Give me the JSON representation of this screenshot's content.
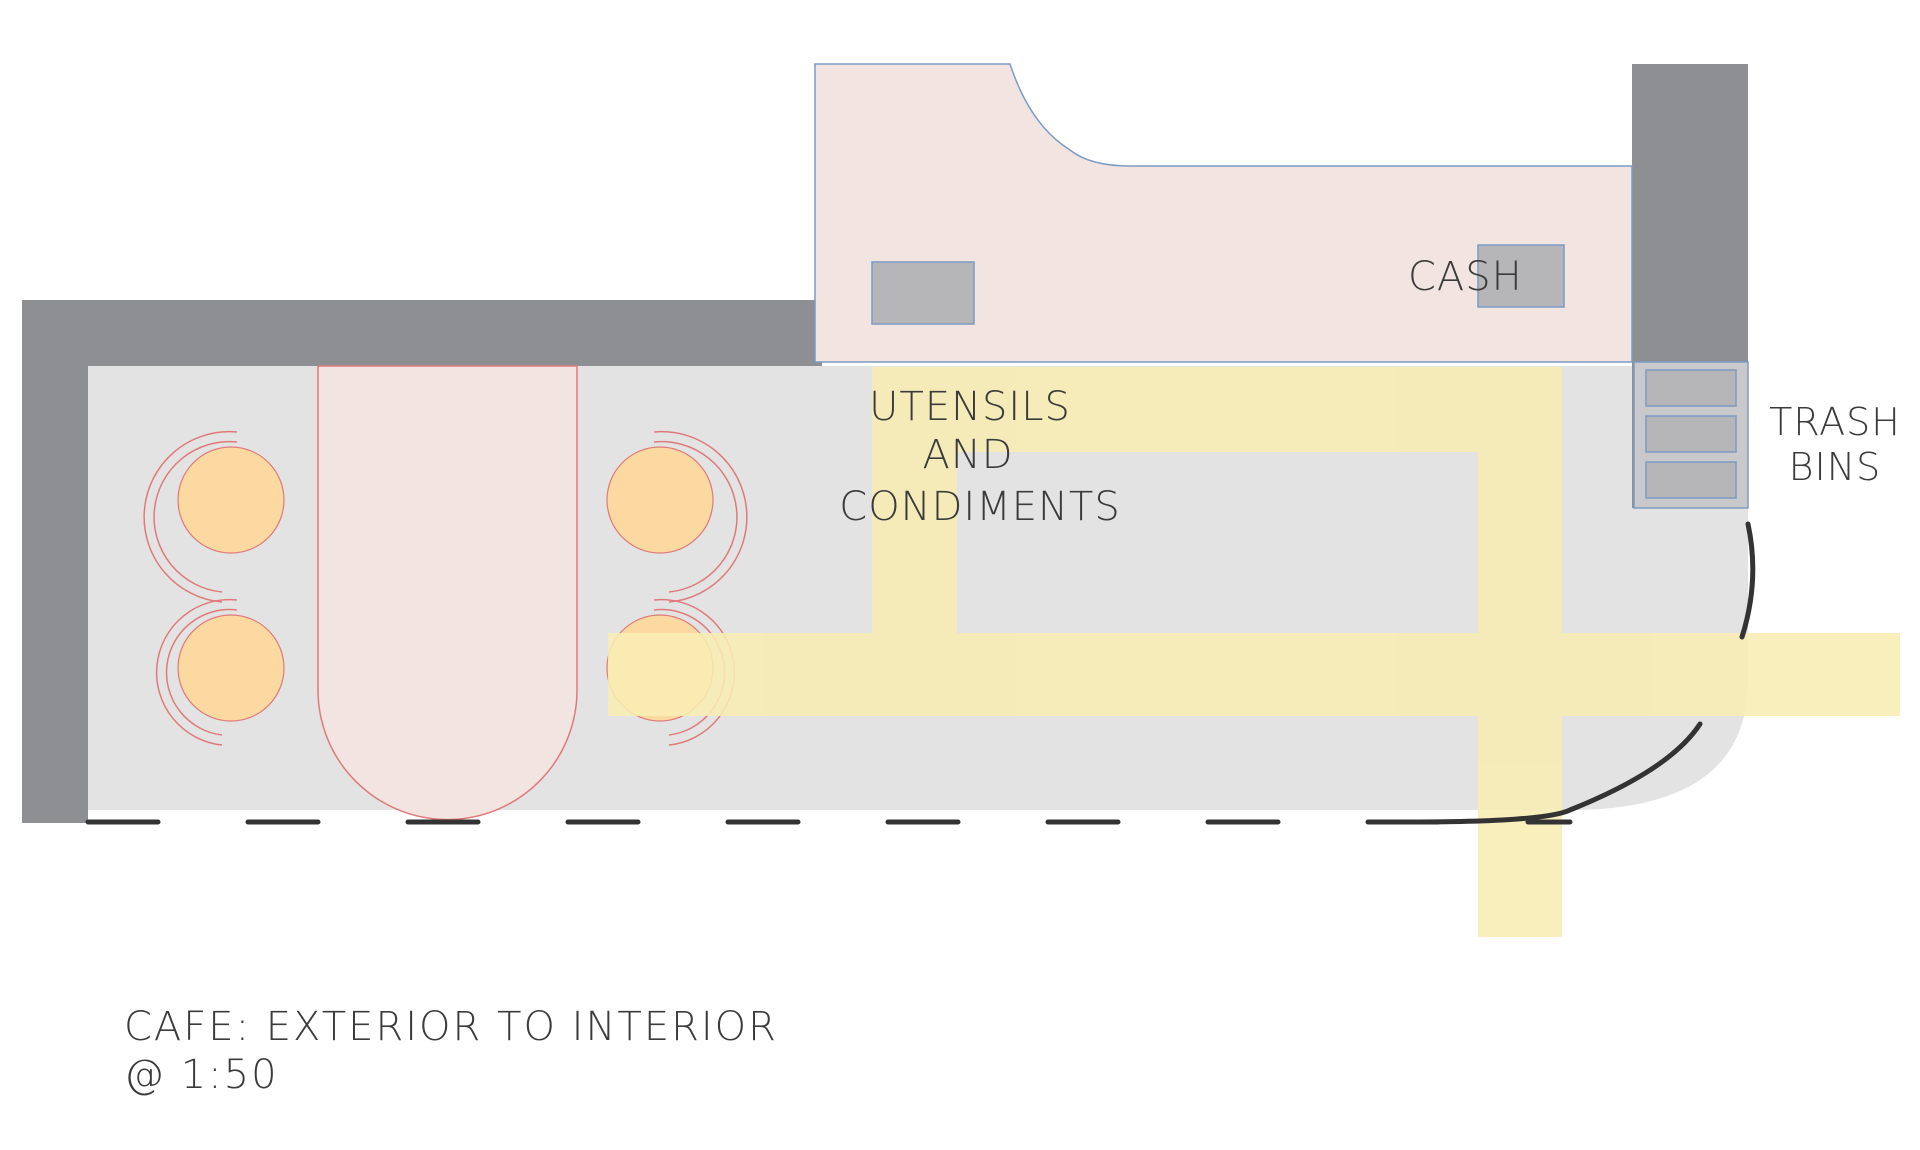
{
  "labels": {
    "cash": "CASH",
    "utensils_line1": "UTENSILS",
    "utensils_line2": "AND",
    "utensils_line3": "CONDIMENTS",
    "trash_line1": "TRASH",
    "trash_line2": "BINS"
  },
  "caption": {
    "line1": "CAFE: EXTERIOR TO INTERIOR",
    "line2": "@ 1:50"
  },
  "colors": {
    "wall": "#8e8f92",
    "concrete": "#e3e3e3",
    "wood": "#f1e4e1",
    "path": "#f8edb3",
    "stool": "#fcd9a0",
    "equipment": "#b6b6b8",
    "outline_blue": "#7b9cc4",
    "outline_red": "#e07a7a",
    "dash": "#333333"
  }
}
